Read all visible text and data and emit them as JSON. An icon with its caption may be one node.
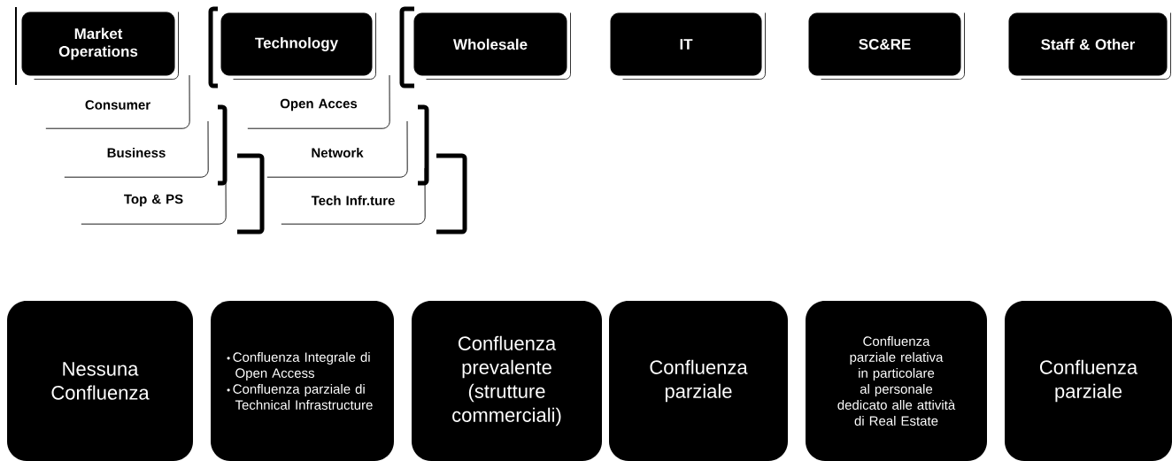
{
  "diagram": {
    "nodes": [
      {
        "text": [
          "Market Operations"
        ]
      },
      {
        "text": [
          "Technology"
        ]
      },
      {
        "text": [
          "Wholesale"
        ]
      },
      {
        "text": [
          "IT"
        ]
      },
      {
        "text": [
          "SC&RE"
        ]
      },
      {
        "text": [
          "Staff & Other"
        ]
      },
      {
        "text": [
          "Consumer"
        ]
      },
      {
        "text": [
          "Open Acces"
        ]
      },
      {
        "text": [
          "Business"
        ]
      },
      {
        "text": [
          "Network"
        ]
      },
      {
        "text": [
          "Top & PS"
        ]
      },
      {
        "text": [
          "Tech  Infr.ture"
        ]
      },
      {
        "text": [
          "Nessuna Confluenza"
        ]
      },
      {
        "text": [
          "Confluenza Integrale di Open Access",
          "Confluenza parziale di Technical Infrastructure"
        ]
      },
      {
        "text": [
          "Confluenza prevalente (strutture commerciali)"
        ]
      },
      {
        "text": [
          "Confluenza parziale"
        ]
      },
      {
        "text": [
          "Confluenza parziale relativa in particolare al personale dedicato alle attività di Real Estate"
        ]
      },
      {
        "text": [
          "Confluenza parziale"
        ]
      }
    ]
  }
}
